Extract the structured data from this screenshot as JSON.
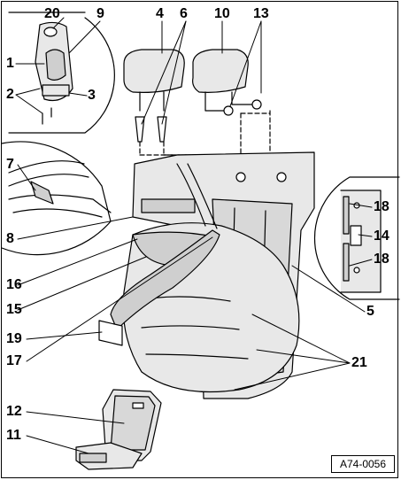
{
  "callouts": {
    "c20": "20",
    "c9": "9",
    "c4": "4",
    "c6": "6",
    "c10": "10",
    "c13": "13",
    "c1": "1",
    "c2": "2",
    "c3": "3",
    "c7": "7",
    "c8": "8",
    "c16": "16",
    "c15": "15",
    "c19": "19",
    "c17": "17",
    "c18a": "18",
    "c14": "14",
    "c18b": "18",
    "c5": "5",
    "c21": "21",
    "c12": "12",
    "c11": "11"
  },
  "figure_ref": "A74-0056",
  "colors": {
    "line": "#000000",
    "part_fill": "#e8e8e8",
    "part_shade": "#cfcfcf",
    "background": "#ffffff"
  }
}
